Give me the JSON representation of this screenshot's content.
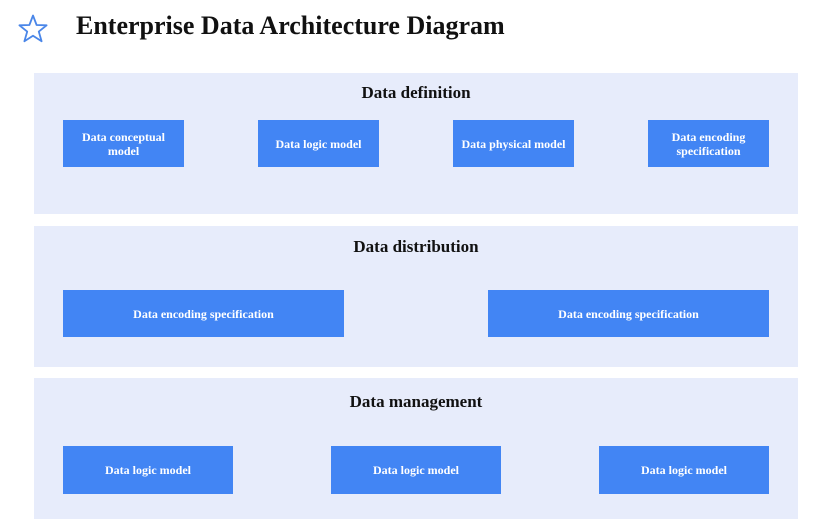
{
  "header": {
    "title": "Enterprise Data Architecture Diagram",
    "icon": "star-icon"
  },
  "colors": {
    "section_background": "#e7ecfb",
    "box_background": "#4285f4",
    "box_text": "#ffffff",
    "icon_stroke": "#4a86e8"
  },
  "sections": [
    {
      "title": "Data definition",
      "boxes": [
        "Data conceptual model",
        "Data logic model",
        "Data physical model",
        "Data encoding specification"
      ]
    },
    {
      "title": "Data distribution",
      "boxes": [
        "Data encoding specification",
        "Data encoding specification"
      ]
    },
    {
      "title": "Data management",
      "boxes": [
        "Data logic model",
        "Data logic model",
        "Data logic model"
      ]
    }
  ]
}
